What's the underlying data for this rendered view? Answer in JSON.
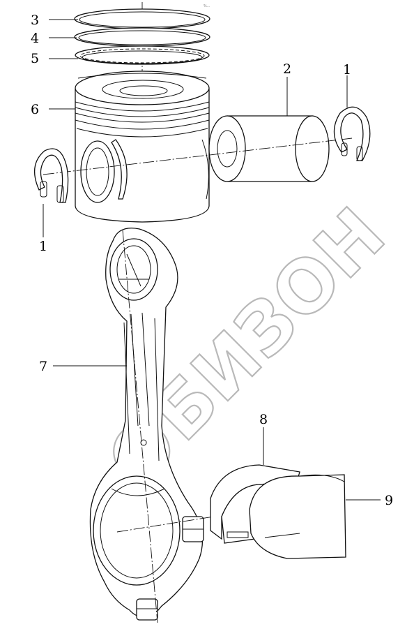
{
  "figure": {
    "watermark_text": "БИЗОН",
    "corner_mark": "%...",
    "callouts": [
      {
        "id": "3",
        "label": "3",
        "part": "top-compression-ring"
      },
      {
        "id": "4",
        "label": "4",
        "part": "second-compression-ring"
      },
      {
        "id": "5",
        "label": "5",
        "part": "oil-control-ring"
      },
      {
        "id": "6",
        "label": "6",
        "part": "piston"
      },
      {
        "id": "2",
        "label": "2",
        "part": "piston-pin"
      },
      {
        "id": "1r",
        "label": "1",
        "part": "retaining-ring-right"
      },
      {
        "id": "1l",
        "label": "1",
        "part": "retaining-ring-left"
      },
      {
        "id": "7",
        "label": "7",
        "part": "connecting-rod"
      },
      {
        "id": "8",
        "label": "8",
        "part": "upper-bearing-shell"
      },
      {
        "id": "9",
        "label": "9",
        "part": "lower-bearing-shell"
      }
    ]
  }
}
